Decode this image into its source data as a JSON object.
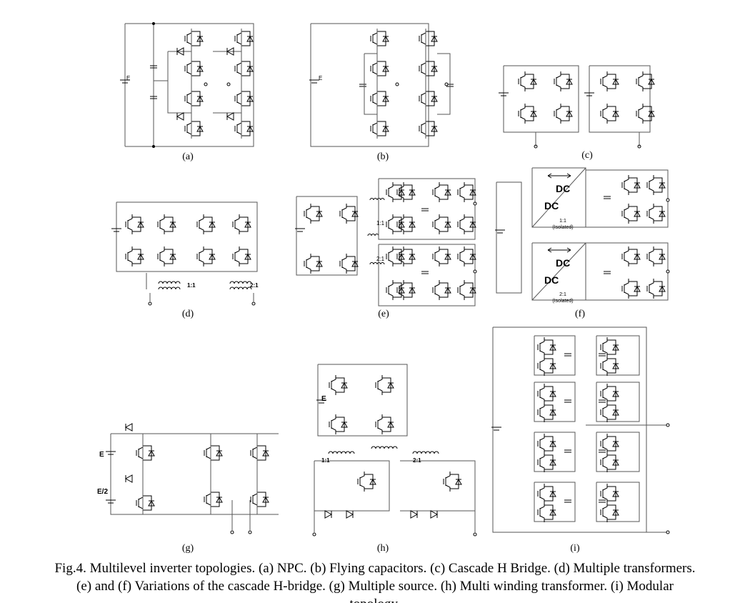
{
  "panels": [
    {
      "id": "a",
      "label": "(a)"
    },
    {
      "id": "b",
      "label": "(b)"
    },
    {
      "id": "c",
      "label": "(c)"
    },
    {
      "id": "d",
      "label": "(d)"
    },
    {
      "id": "e",
      "label": "(e)"
    },
    {
      "id": "f",
      "label": "(f)"
    },
    {
      "id": "g",
      "label": "(g)"
    },
    {
      "id": "h",
      "label": "(h)"
    },
    {
      "id": "i",
      "label": "(i)"
    }
  ],
  "symbols": {
    "source": "E",
    "half": "E/2",
    "half_num": "E",
    "half_den": "2",
    "dc": "DC",
    "ratio1": "1:1",
    "ratio2": "2:1",
    "isolated": "(Isolated)"
  },
  "f_labels": {
    "dc_top": "DC",
    "dc_bottom": "DC",
    "iso1": "1:1",
    "iso1b": "(Isolated)",
    "iso2": "2:1",
    "iso2b": "(Isolated)"
  },
  "caption": {
    "line1": "Fig.4. Multilevel inverter topologies. (a) NPC. (b) Flying capacitors. (c) Cascade H Bridge. (d) Multiple transformers.",
    "line2": "(e) and (f) Variations of the cascade H-bridge. (g)  Multiple source. (h) Multi winding transformer. (i) Modular",
    "line3": "topology."
  }
}
